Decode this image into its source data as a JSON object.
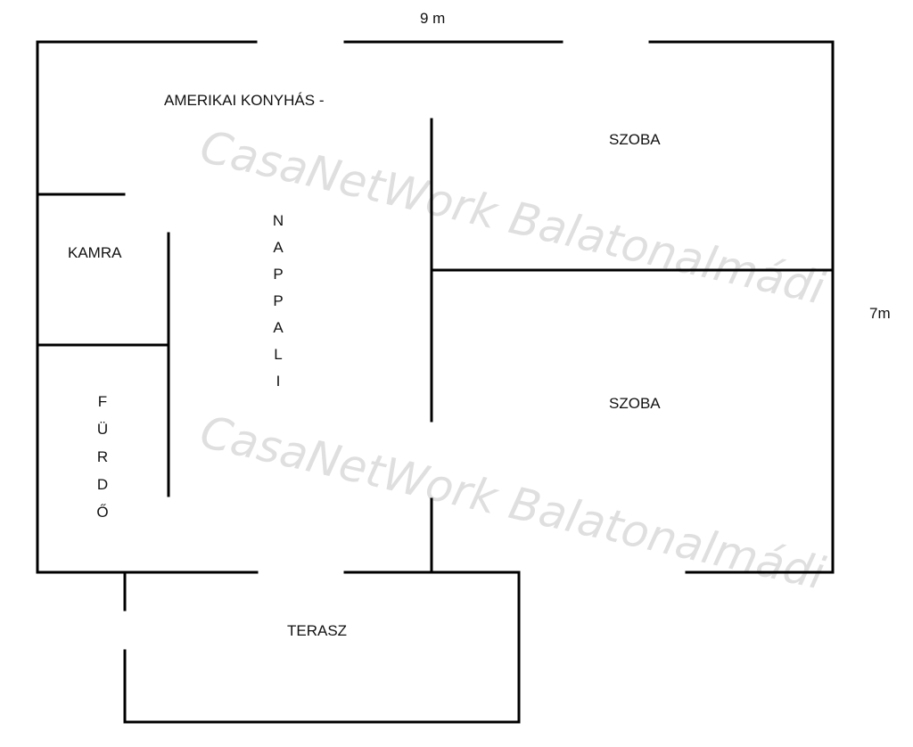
{
  "dimensions": {
    "width": "9 m",
    "height": "7m"
  },
  "rooms": {
    "kitchen": "AMERIKAI KONYHÁS -",
    "living": "NAPPALI",
    "room_top": "SZOBA",
    "room_bottom": "SZOBA",
    "pantry": "KAMRA",
    "bathroom": "FÜRDŐ",
    "terrace": "TERASZ"
  },
  "watermark": {
    "text": "CasaNetWork Balatonalmádi"
  },
  "colors": {
    "wall": "#000000",
    "watermark": "#d9d9d9"
  }
}
